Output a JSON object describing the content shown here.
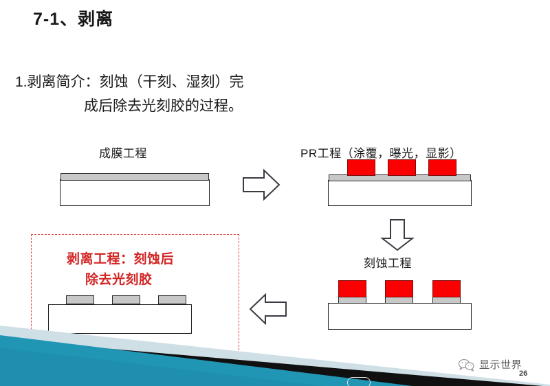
{
  "slide": {
    "title": "7-1、剥离",
    "body": {
      "line1": "1.剥离简介：刻蚀（干刻、湿刻）完",
      "line2": "成后除去光刻胶的过程。"
    },
    "page_number": "26"
  },
  "stages": {
    "deposition": {
      "caption": "成膜工程"
    },
    "pr": {
      "caption": "PR工程（涂覆，曝光，显影）"
    },
    "etch": {
      "caption": "刻蚀工程"
    },
    "strip": {
      "caption_line1": "剥离工程：刻蚀后",
      "caption_line2": "除去光刻胶"
    }
  },
  "arrows": {
    "right": "arrow-right-icon",
    "down": "arrow-down-icon",
    "left": "arrow-left-icon"
  },
  "watermark": {
    "icon": "wechat-icon",
    "label": "显示世界"
  },
  "colors": {
    "photoresist": "#fb0000",
    "photoresist_border": "#7d0b0b",
    "film": "#c8c8c8",
    "substrate_border": "#1f1f1f",
    "highlight_red": "#d12524",
    "dashed_border": "#e0403f",
    "deco_teal": "#2196b4",
    "deco_pale": "#cfdfe6",
    "deco_black": "#101010"
  }
}
